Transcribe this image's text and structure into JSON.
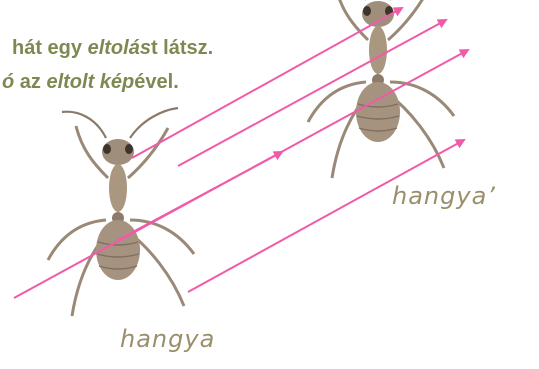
{
  "caption": {
    "line1": {
      "pre": "hát egy ",
      "em": "eltolás",
      "post": "t látsz."
    },
    "line2": {
      "pre": "",
      "em1": "ó",
      "mid": " az ",
      "em2": "eltolt kép",
      "post": "ével."
    }
  },
  "labels": {
    "original": "hangya",
    "translated": "hangya’"
  },
  "colors": {
    "arrow": "#f05aa8",
    "caption": "#7c8a52",
    "label": "#9a8f6a",
    "ant": "#a08e7c"
  },
  "icons": [
    "ant-figure",
    "ant-figure-translated",
    "translation-arrow"
  ]
}
